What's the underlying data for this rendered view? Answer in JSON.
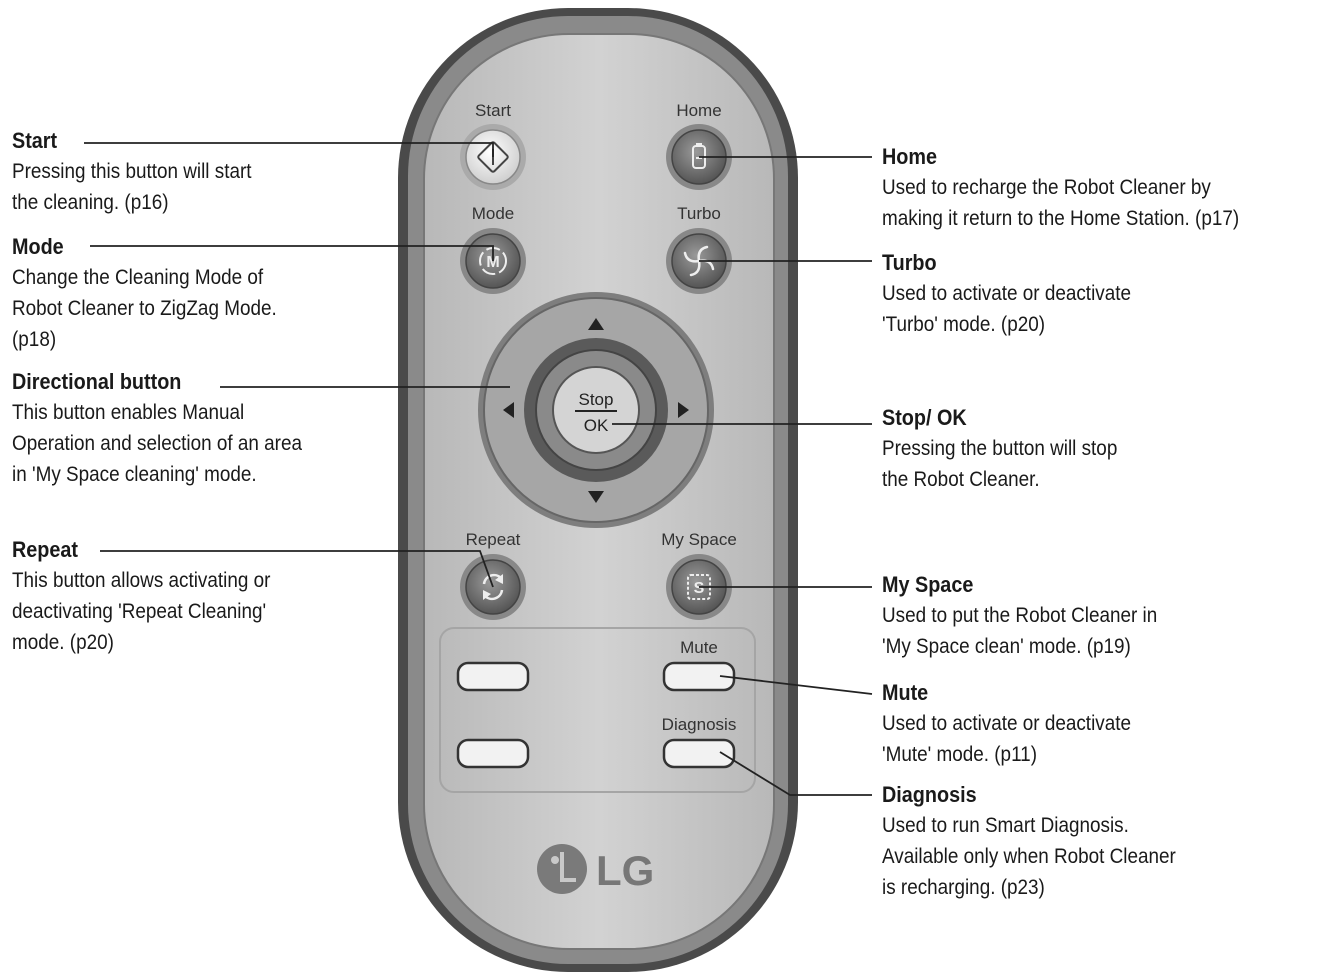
{
  "remote": {
    "buttons": {
      "start": "Start",
      "home": "Home",
      "mode": "Mode",
      "turbo": "Turbo",
      "stop": "Stop",
      "ok": "OK",
      "repeat": "Repeat",
      "my_space": "My Space",
      "mute": "Mute",
      "diagnosis": "Diagnosis"
    },
    "logo": "LG"
  },
  "callouts": {
    "start": {
      "title": "Start",
      "desc": "Pressing this button will start\nthe cleaning. (p16)"
    },
    "mode": {
      "title": "Mode",
      "desc": "Change the Cleaning Mode of\nRobot Cleaner to ZigZag Mode.\n(p18)"
    },
    "directional": {
      "title": "Directional button",
      "desc": "This button enables Manual\nOperation and selection of an area\nin 'My Space cleaning' mode."
    },
    "repeat": {
      "title": "Repeat",
      "desc": "This button allows activating or\ndeactivating 'Repeat Cleaning'\nmode. (p20)"
    },
    "home": {
      "title": "Home",
      "desc": "Used to recharge the Robot Cleaner by\nmaking it return to the Home Station. (p17)"
    },
    "turbo": {
      "title": "Turbo",
      "desc": "Used to activate or deactivate\n'Turbo' mode. (p20)"
    },
    "stop_ok": {
      "title": "Stop/ OK",
      "desc": "Pressing the button will stop\nthe Robot Cleaner."
    },
    "my_space": {
      "title": "My Space",
      "desc": "Used to put the Robot Cleaner in\n'My Space clean' mode. (p19)"
    },
    "mute": {
      "title": "Mute",
      "desc": "Used to activate or deactivate\n'Mute' mode. (p11)"
    },
    "diagnosis": {
      "title": "Diagnosis",
      "desc": "Used to run Smart Diagnosis.\nAvailable only when Robot Cleaner\nis recharging. (p23)"
    }
  },
  "colors": {
    "body_outer": "#555555",
    "body_face": "#c9c9c9",
    "button_dark": "#6e6e6e",
    "leader_line": "#222222"
  }
}
